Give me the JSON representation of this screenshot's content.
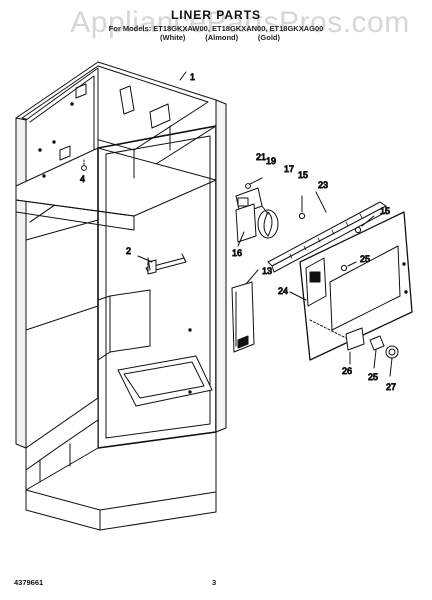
{
  "header": {
    "watermark": "AppliancePartsPros.com",
    "title": "LINER PARTS",
    "models": "For Models: ET18GKXAW00, ET18GKXAN00, ET18GKXAG00",
    "finishes": [
      "(White)",
      "(Almond)",
      "(Gold)"
    ]
  },
  "callouts": {
    "c1": "1",
    "c4": "4",
    "c2": "2",
    "c21": "21",
    "c19": "19",
    "c17": "17",
    "c15a": "15",
    "c23": "23",
    "c15b": "15",
    "c16": "16",
    "c25a": "25",
    "c13": "13",
    "c24": "24",
    "c26": "26",
    "c25b": "25",
    "c27": "27"
  },
  "footer": {
    "doc_number": "4379661",
    "page_number": "3"
  }
}
